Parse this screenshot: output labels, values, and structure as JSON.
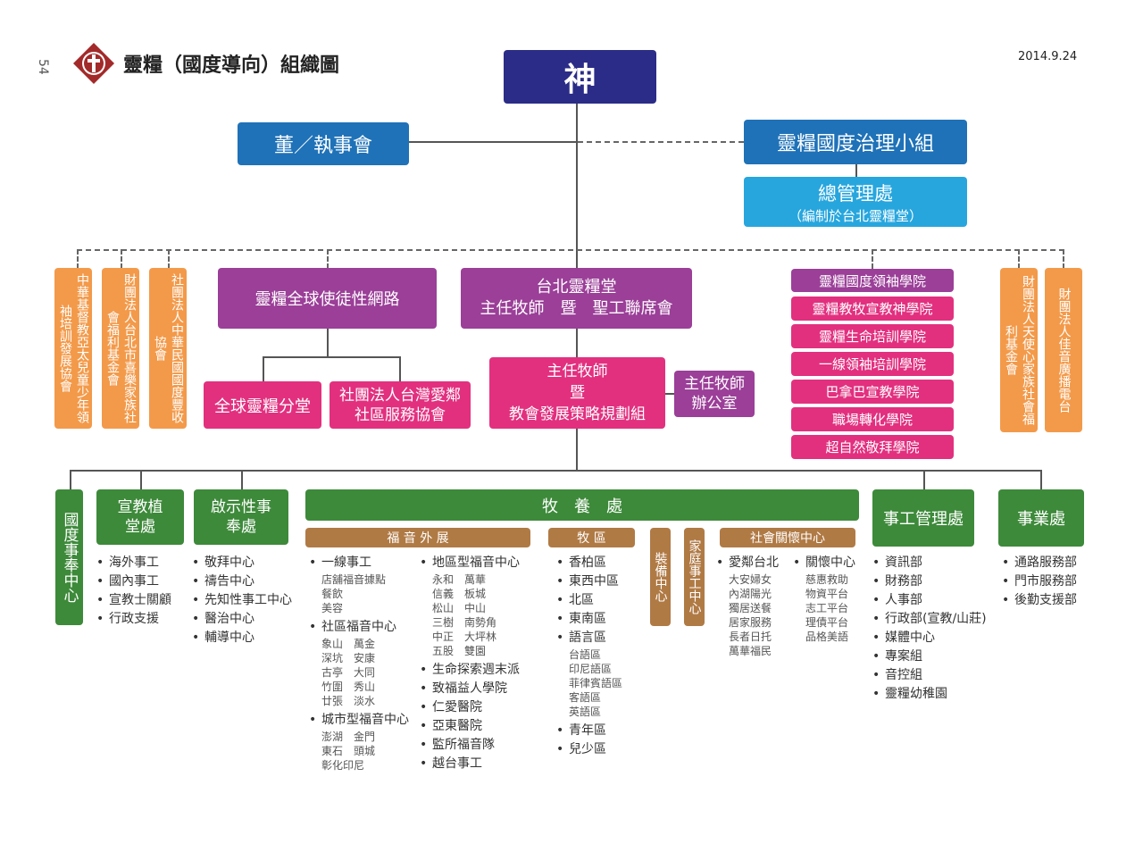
{
  "header": {
    "page_number": "54",
    "title": "靈糧（國度導向）組織圖",
    "date": "2014.9.24"
  },
  "colors": {
    "navy": "#2b2c87",
    "blue": "#1f72b8",
    "sky": "#27a6de",
    "purple": "#9b3f98",
    "pink": "#e2307f",
    "orange": "#f39a4a",
    "green": "#3d8a3a",
    "brown": "#b07a45",
    "logo": "#a32a2a"
  },
  "top": {
    "god": "神",
    "board": "董／執事會",
    "governance": "靈糧國度治理小組",
    "admin_title": "總管理處",
    "admin_sub": "（編制於台北靈糧堂）"
  },
  "left_orange": [
    "中華基督教亞太兒童少年領袖培訓發展協會",
    "財團法人台北市喜樂家族社會福利基金會",
    "社團法人中華民國國度豐收協會"
  ],
  "right_orange": [
    "財團法人天使心家族社會福利基金會",
    "財團法人佳音廣播電台"
  ],
  "mid": {
    "global_network": "靈糧全球使徒性網路",
    "global_branch": "全球靈糧分堂",
    "taiwan_love": "社團法人台灣愛鄰社區服務協會",
    "taipei_line1": "台北靈糧堂",
    "taipei_line2": "主任牧師　暨　聖工聯席會",
    "strategy_line1": "主任牧師",
    "strategy_line2": "暨",
    "strategy_line3": "教會發展策略規劃組",
    "office": "主任牧師辦公室"
  },
  "schools": [
    "靈糧國度領袖學院",
    "靈糧教牧宣教神學院",
    "靈糧生命培訓學院",
    "一線領袖培訓學院",
    "巴拿巴宣教學院",
    "職場轉化學院",
    "超自然敬拜學院"
  ],
  "departments": {
    "kingdom": {
      "title": "國度事奉中心"
    },
    "mission": {
      "title": "宣教植堂處",
      "items": [
        "海外事工",
        "國內事工",
        "宣教士關顧",
        "行政支援"
      ]
    },
    "prophetic": {
      "title": "啟示性事奉處",
      "items": [
        "敬拜中心",
        "禱告中心",
        "先知性事工中心",
        "醫治中心",
        "輔導中心"
      ]
    },
    "pastoral": {
      "title": "牧　養　處",
      "evangelism": {
        "title": "福 音 外 展",
        "col1": [
          {
            "name": "一線事工",
            "sub": "店舖福音據點\n餐飲\n美容"
          },
          {
            "name": "社區福音中心",
            "sub": "象山　萬金\n深坑　安康\n古亭　大同\n竹圍　秀山\n廿張　淡水"
          },
          {
            "name": "城市型福音中心",
            "sub": "澎湖　金門\n東石　頭城\n彰化印尼"
          }
        ],
        "col2": [
          {
            "name": "地區型福音中心",
            "sub": "永和　萬華\n信義　板城\n松山　中山\n三樹　南勢角\n中正　大坪林\n五股　雙園"
          },
          {
            "name": "生命探索週末派",
            "sub": ""
          },
          {
            "name": "致福益人學院",
            "sub": ""
          },
          {
            "name": "仁愛醫院",
            "sub": ""
          },
          {
            "name": "亞東醫院",
            "sub": ""
          },
          {
            "name": "監所福音隊",
            "sub": ""
          },
          {
            "name": "越台事工",
            "sub": ""
          }
        ]
      },
      "district": {
        "title": "牧 區",
        "items": [
          {
            "name": "香柏區",
            "sub": ""
          },
          {
            "name": "東西中區",
            "sub": ""
          },
          {
            "name": "北區",
            "sub": ""
          },
          {
            "name": "東南區",
            "sub": ""
          },
          {
            "name": "語言區",
            "sub": "台語區\n印尼語區\n菲律賓語區\n客語區\n英語區"
          },
          {
            "name": "青年區",
            "sub": ""
          },
          {
            "name": "兒少區",
            "sub": ""
          }
        ]
      },
      "equip": "裝備中心",
      "family": "家庭事工中心",
      "social": {
        "title": "社會關懷中心",
        "col1": [
          {
            "name": "愛鄰台北",
            "sub": "大安婦女\n內湖陽光\n獨居送餐\n居家服務\n長者日托\n萬華福民"
          }
        ],
        "col2": [
          {
            "name": "關懷中心",
            "sub": "慈惠救助\n物資平台\n志工平台\n理債平台\n品格美語"
          }
        ]
      }
    },
    "ministry": {
      "title": "事工管理處",
      "items": [
        "資訊部",
        "財務部",
        "人事部",
        "行政部(宣教/山莊)",
        "媒體中心",
        "專案組",
        "音控組",
        "靈糧幼稚園"
      ]
    },
    "business": {
      "title": "事業處",
      "items": [
        "通路服務部",
        "門市服務部",
        "後勤支援部"
      ]
    }
  }
}
